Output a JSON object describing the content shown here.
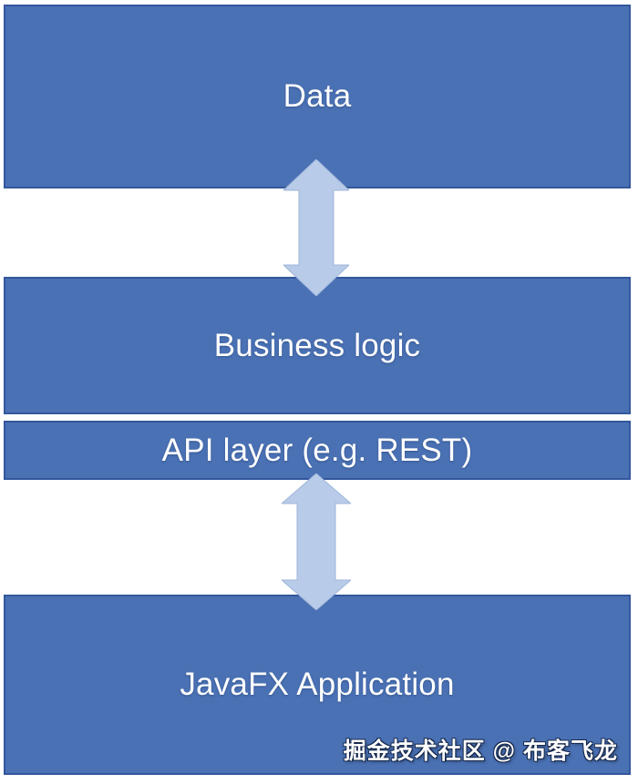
{
  "diagram": {
    "type": "layered-architecture",
    "layers": [
      {
        "label": "Data"
      },
      {
        "label": "Business logic"
      },
      {
        "label": "API layer (e.g. REST)"
      },
      {
        "label": "JavaFX Application"
      }
    ],
    "connectors": [
      {
        "type": "double-headed-arrow",
        "from": "Data",
        "to": "Business logic"
      },
      {
        "type": "double-headed-arrow",
        "from": "API layer (e.g. REST)",
        "to": "JavaFX Application"
      }
    ]
  },
  "watermark": {
    "text": "掘金技术社区 @ 布客飞龙"
  },
  "colors": {
    "background": "#ffffff",
    "box-fill": "#4a71b4",
    "box-border": "#33579b",
    "arrow-fill": "#b8cbe8",
    "arrow-edge": "#9fb6da",
    "label-color": "#ffffff",
    "watermark-color": "#ffffff",
    "watermark-outline": "#16294e"
  }
}
